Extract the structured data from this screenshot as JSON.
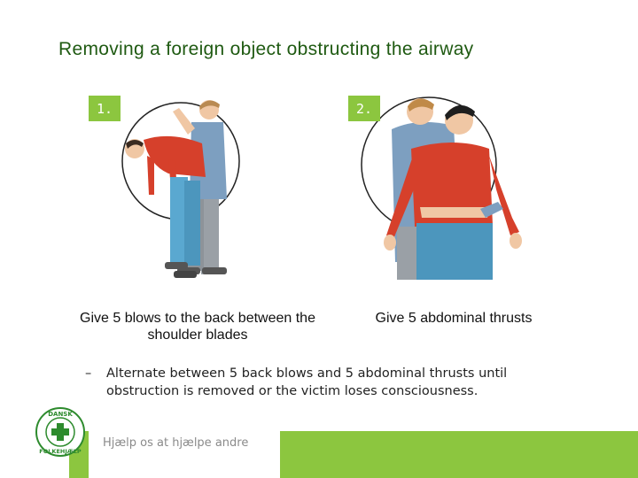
{
  "title": "Removing a foreign object obstructing the airway",
  "steps": [
    {
      "badge": "1.",
      "caption": "Give 5 blows to the back between the shoulder blades"
    },
    {
      "badge": "2.",
      "caption": "Give 5 abdominal thrusts"
    }
  ],
  "bullet": {
    "marker": "–",
    "text": "Alternate between 5 back blows and 5 abdominal thrusts until obstruction is removed or the victim loses consciousness."
  },
  "footer": {
    "tagline": "Hjælp os at hjælpe andre",
    "logo_text": "DANSK FOLKEHJÆLP"
  },
  "colors": {
    "title_green": "#1f5a12",
    "accent_green": "#8cc63f",
    "cross_green": "#2e8b2e",
    "shirt_red": "#d6402b",
    "shirt_blue": "#7d9fc0"
  }
}
